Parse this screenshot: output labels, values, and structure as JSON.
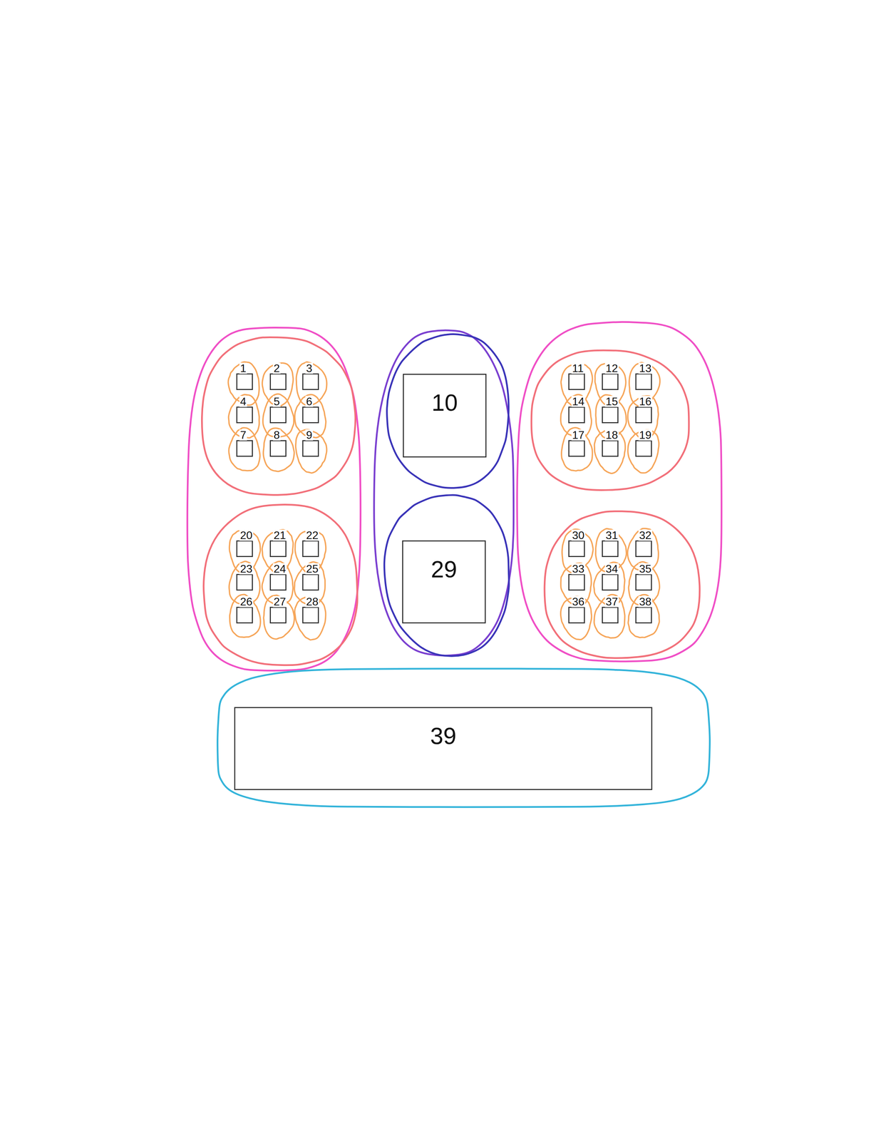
{
  "diagram": {
    "nodes": [
      {
        "text": [
          "1"
        ]
      },
      {
        "text": [
          "2"
        ]
      },
      {
        "text": [
          "3"
        ]
      },
      {
        "text": [
          "4"
        ]
      },
      {
        "text": [
          "5"
        ]
      },
      {
        "text": [
          "6"
        ]
      },
      {
        "text": [
          "7"
        ]
      },
      {
        "text": [
          "8"
        ]
      },
      {
        "text": [
          "9"
        ]
      },
      {
        "text": [
          "10"
        ]
      },
      {
        "text": [
          "11"
        ]
      },
      {
        "text": [
          "12"
        ]
      },
      {
        "text": [
          "13"
        ]
      },
      {
        "text": [
          "14"
        ]
      },
      {
        "text": [
          "15"
        ]
      },
      {
        "text": [
          "16"
        ]
      },
      {
        "text": [
          "17"
        ]
      },
      {
        "text": [
          "18"
        ]
      },
      {
        "text": [
          "19"
        ]
      },
      {
        "text": [
          "20"
        ]
      },
      {
        "text": [
          "21"
        ]
      },
      {
        "text": [
          "22"
        ]
      },
      {
        "text": [
          "23"
        ]
      },
      {
        "text": [
          "24"
        ]
      },
      {
        "text": [
          "25"
        ]
      },
      {
        "text": [
          "26"
        ]
      },
      {
        "text": [
          "27"
        ]
      },
      {
        "text": [
          "28"
        ]
      },
      {
        "text": [
          "29"
        ]
      },
      {
        "text": [
          "30"
        ]
      },
      {
        "text": [
          "31"
        ]
      },
      {
        "text": [
          "32"
        ]
      },
      {
        "text": [
          "33"
        ]
      },
      {
        "text": [
          "34"
        ]
      },
      {
        "text": [
          "35"
        ]
      },
      {
        "text": [
          "36"
        ]
      },
      {
        "text": [
          "37"
        ]
      },
      {
        "text": [
          "38"
        ]
      },
      {
        "text": [
          "39"
        ]
      }
    ]
  }
}
